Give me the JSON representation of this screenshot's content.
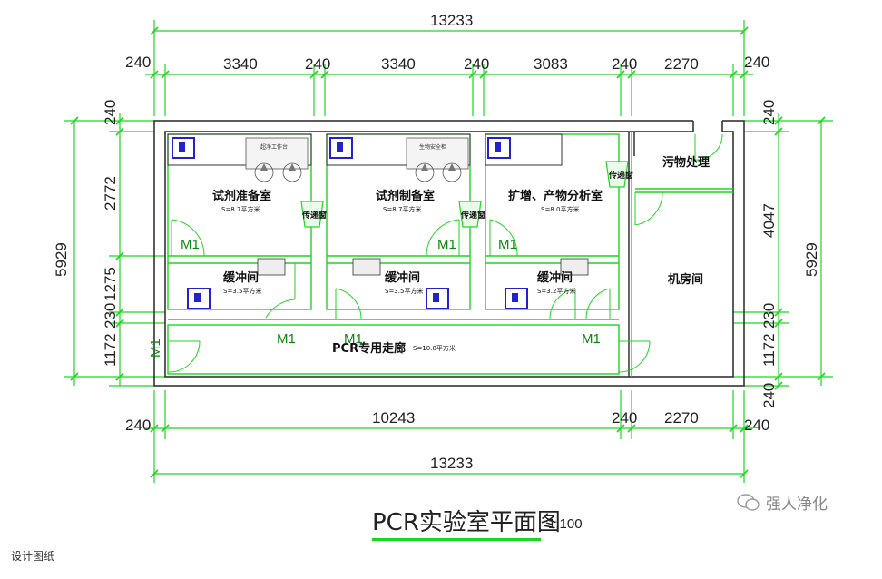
{
  "title": "PCR实验室平面图",
  "scale": "1:100",
  "caption": "设计图纸",
  "watermark": "强人净化",
  "top_dims": {
    "total": "13233",
    "segments": [
      "240",
      "3340",
      "240",
      "3340",
      "240",
      "3083",
      "240",
      "2270",
      "240"
    ]
  },
  "bottom_dims": {
    "total": "13233",
    "segments": [
      "240",
      "10243",
      "240",
      "2270",
      "240"
    ]
  },
  "left_dims": {
    "total": "5929",
    "segments": [
      "240",
      "2772",
      "1275",
      "230",
      "1172"
    ]
  },
  "right_dims": {
    "total": "5929",
    "segments": [
      "240",
      "4047",
      "230",
      "1172",
      "240"
    ]
  },
  "rooms": {
    "r1": {
      "name": "试剂准备室",
      "area": "S=8.7平方米",
      "bench": "超净工作台"
    },
    "r2": {
      "name": "试剂制备室",
      "area": "S=8.7平方米",
      "bench": "生物安全柜"
    },
    "r3": {
      "name": "扩增、产物分析室",
      "area": "S=8.0平方米"
    },
    "b1": {
      "name": "缓冲间",
      "area": "S=3.5平方米"
    },
    "b2": {
      "name": "缓冲间",
      "area": "S=3.5平方米"
    },
    "b3": {
      "name": "缓冲间",
      "area": "S=3.2平方米"
    },
    "corridor": {
      "name": "PCR专用走廊",
      "area": "S=10.8平方米"
    },
    "waste": {
      "name": "污物处理"
    },
    "machine": {
      "name": "机房间"
    }
  },
  "pass_window": "传递窗",
  "door_label": "M1"
}
